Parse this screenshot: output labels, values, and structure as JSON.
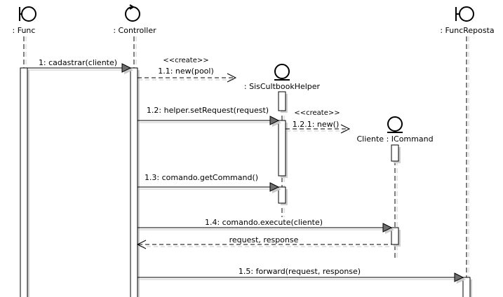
{
  "participants": {
    "func": ": Func",
    "controller": ": Controller",
    "funcreposta": ": FuncReposta",
    "helper": ": SisCultbookHelper",
    "cliente": "Cliente : ICommand"
  },
  "icons": {
    "func": "boundary-icon",
    "controller": "control-icon",
    "funcreposta": "boundary-icon",
    "helper": "entity-icon",
    "cliente": "entity-icon"
  },
  "messages": {
    "m1": "1: cadastrar(cliente)",
    "m1_1_stereo": "<<create>>",
    "m1_1": "1.1: new(pool)",
    "m1_2": "1.2: helper.setRequest(request)",
    "m1_2_1_stereo": "<<create>>",
    "m1_2_1": "1.2.1: new()",
    "m1_3": "1.3: comando.getCommand()",
    "m1_4": "1.4: comando.execute(cliente)",
    "m1_4_return": "request, response",
    "m1_5": "1.5: forward(request, response)"
  }
}
